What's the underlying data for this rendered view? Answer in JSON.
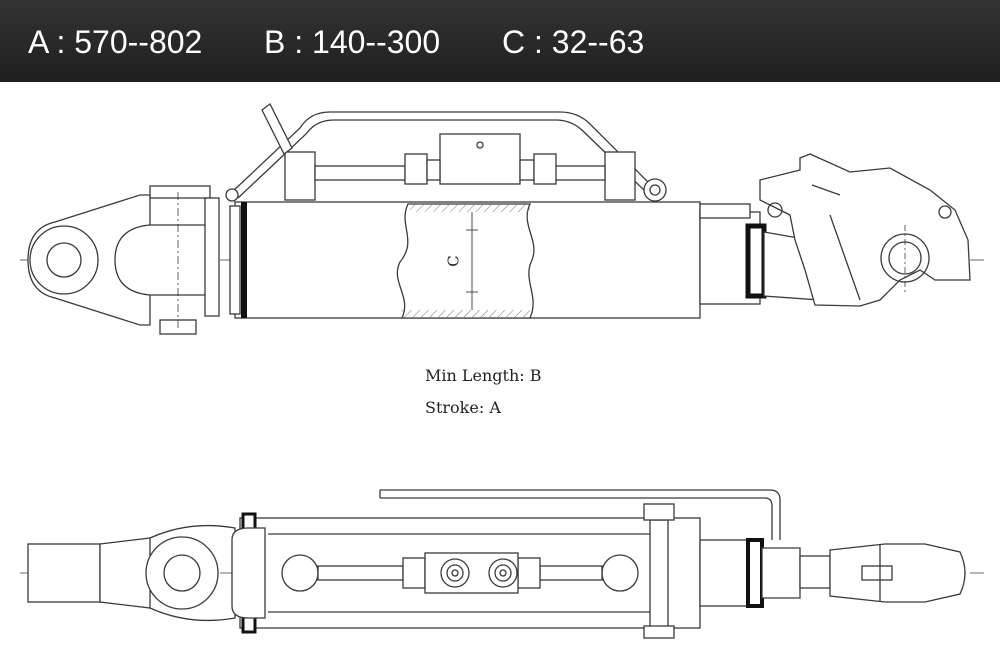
{
  "specs": {
    "a": "A : 570--802",
    "b": "B : 140--300",
    "c": "C : 32--63"
  },
  "drawing": {
    "dimension_label": "C",
    "min_length_label": "Min Length: B",
    "stroke_label": "Stroke: A"
  },
  "colors": {
    "header_bg": "#262626",
    "header_text": "#ffffff",
    "line": "#3a3a3a",
    "seal": "#111111"
  }
}
